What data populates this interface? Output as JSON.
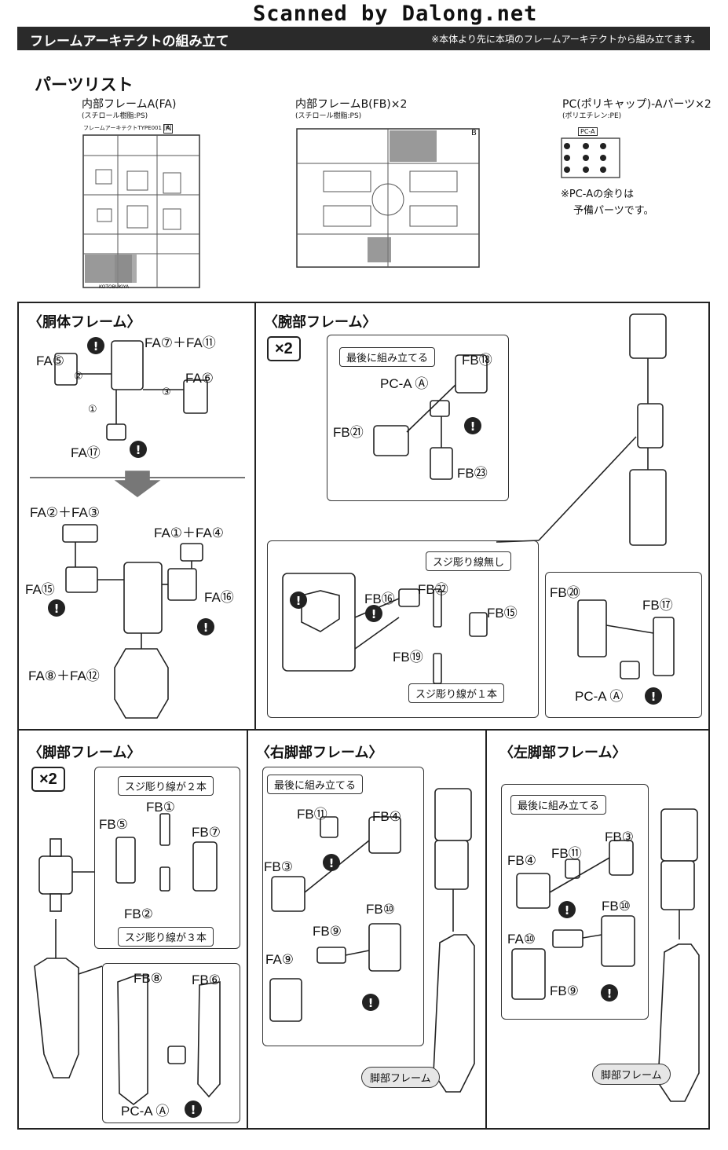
{
  "watermark": "Scanned by Dalong.net",
  "header": {
    "title": "フレームアーキテクトの組み立て",
    "note": "※本体より先に本項のフレームアーキテクトから組み立てます。"
  },
  "parts_list": {
    "title": "パーツリスト",
    "runner_a": {
      "name": "内部フレームA(FA)",
      "material": "(スチロール樹脂:PS)",
      "tag": "フレームアーキテクトTYPE001 [R]",
      "letter": "A",
      "maker": "KOTOBUKIYA"
    },
    "runner_b": {
      "name": "内部フレームB(FB)×2",
      "material": "(スチロール樹脂:PS)",
      "letter": "B"
    },
    "runner_pc": {
      "name": "PC(ポリキャップ)-Aパーツ×2",
      "material": "(ポリエチレン:PE)",
      "tag": "PC-A",
      "note1": "※PC-Aの余りは",
      "note2": "予備パーツです。"
    }
  },
  "torso": {
    "title": "〈胴体フレーム〉",
    "labels": [
      "FA⑦＋FA⑪",
      "FA⑤",
      "FA⑥",
      "FA⑰",
      "FA②＋FA③",
      "FA①＋FA④",
      "FA⑮",
      "FA⑯",
      "FA⑧＋FA⑫"
    ],
    "steps": [
      "①",
      "②",
      "③"
    ]
  },
  "arm": {
    "title": "〈腕部フレーム〉",
    "multiplier": "×2",
    "callouts": [
      "最後に組み立てる",
      "スジ彫り線無し",
      "スジ彫り線が１本"
    ],
    "labels": [
      "FB⑱",
      "PC-A Ⓐ",
      "FB㉑",
      "FB㉓",
      "FB⑯",
      "FB㉒",
      "FB⑮",
      "FB⑲",
      "FB⑳",
      "FB⑰",
      "PC-A Ⓐ"
    ]
  },
  "leg": {
    "title": "〈脚部フレーム〉",
    "multiplier": "×2",
    "callouts": [
      "スジ彫り線が２本",
      "スジ彫り線が３本"
    ],
    "labels": [
      "FB①",
      "FB⑤",
      "FB⑦",
      "FB②",
      "FB⑧",
      "FB⑥",
      "PC-A Ⓐ"
    ]
  },
  "right_foot": {
    "title": "〈右脚部フレーム〉",
    "callout": "最後に組み立てる",
    "labels": [
      "FB⑪",
      "FB④",
      "FB③",
      "FB⑨",
      "FB⑩",
      "FA⑨"
    ],
    "badge": "脚部フレーム"
  },
  "left_foot": {
    "title": "〈左脚部フレーム〉",
    "callout": "最後に組み立てる",
    "labels": [
      "FB④",
      "FB⑪",
      "FB③",
      "FB⑩",
      "FA⑩",
      "FB⑨"
    ],
    "badge": "脚部フレーム"
  }
}
